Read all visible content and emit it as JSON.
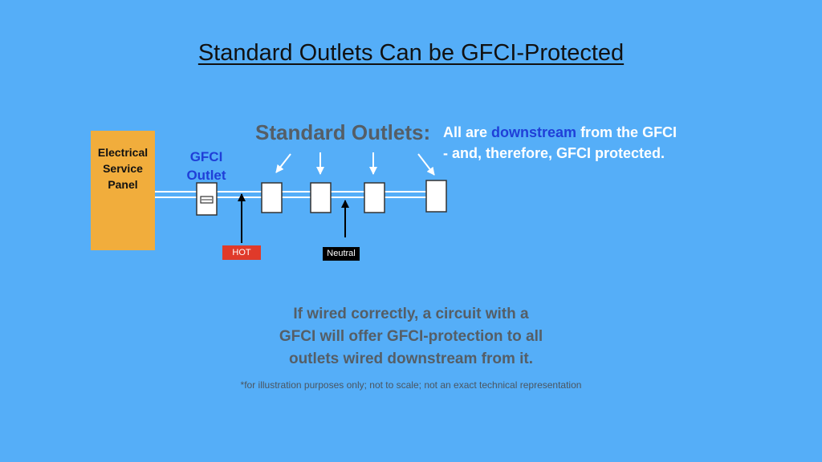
{
  "title": "Standard Outlets Can be GFCI-Protected",
  "panel": {
    "label": "Electrical\nService\nPanel",
    "color": "#f1ad3c"
  },
  "gfci": {
    "label": "GFCI\nOutlet"
  },
  "standard_outlets": {
    "heading": "Standard Outlets:",
    "note_prefix": "All are ",
    "note_highlight": "downstream",
    "note_suffix": " from the GFCI",
    "note_line2": "- and, therefore, GFCI protected."
  },
  "wires": {
    "hot_label": "HOT",
    "neutral_label": "Neutral",
    "hot_color": "#e03a2a",
    "neutral_color": "#000000"
  },
  "explanation": "If wired correctly, a circuit with a\nGFCI will offer GFCI-protection to all\noutlets wired downstream from it.",
  "footnote": "*for illustration purposes only; not to scale; not an exact technical representation",
  "colors": {
    "background": "#55aef8",
    "accent_blue": "#1f3fd8"
  }
}
